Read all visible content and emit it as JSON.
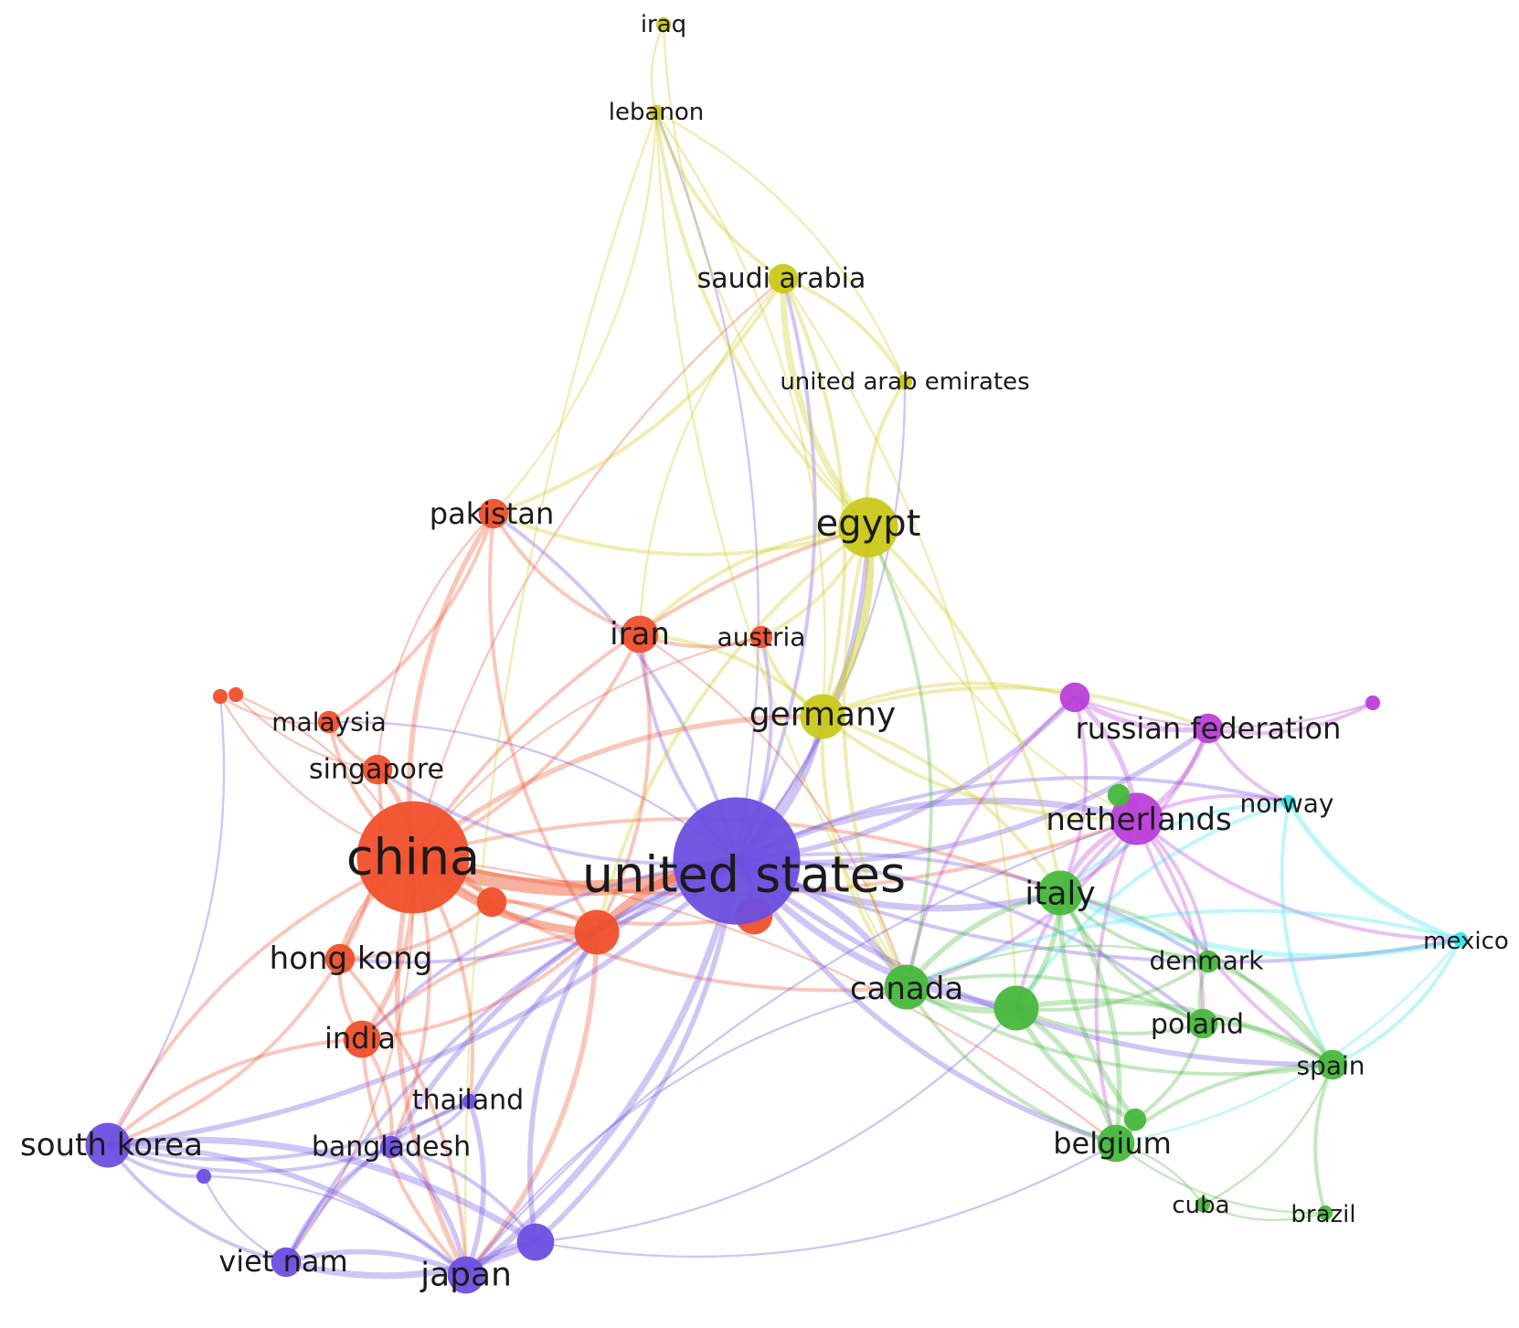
{
  "clusters": {
    "red": "#f0502b",
    "yellow": "#c9c91a",
    "purple": "#6c4fe0",
    "green": "#47b83c",
    "magenta": "#bb3fd8",
    "cyan": "#35e6ea"
  },
  "nodes": [
    {
      "id": "iraq",
      "label": "iraq",
      "cluster": "yellow",
      "weight": 1
    },
    {
      "id": "lebanon",
      "label": "lebanon",
      "cluster": "yellow",
      "weight": 1
    },
    {
      "id": "saudi_arabia",
      "label": "saudi arabia",
      "cluster": "yellow",
      "weight": 3
    },
    {
      "id": "uae",
      "label": "united arab emirates",
      "cluster": "yellow",
      "weight": 1
    },
    {
      "id": "egypt",
      "label": "egypt",
      "cluster": "yellow",
      "weight": 7
    },
    {
      "id": "germany",
      "label": "germany",
      "cluster": "yellow",
      "weight": 5
    },
    {
      "id": "pakistan",
      "label": "pakistan",
      "cluster": "red",
      "weight": 3
    },
    {
      "id": "iran",
      "label": "iran",
      "cluster": "red",
      "weight": 4
    },
    {
      "id": "austria",
      "label": "austria",
      "cluster": "red",
      "weight": 2
    },
    {
      "id": "malaysia",
      "label": "malaysia",
      "cluster": "red",
      "weight": 2
    },
    {
      "id": "singapore",
      "label": "singapore",
      "cluster": "red",
      "weight": 3
    },
    {
      "id": "china",
      "label": "china",
      "cluster": "red",
      "weight": 14
    },
    {
      "id": "hong_kong",
      "label": "hong kong",
      "cluster": "red",
      "weight": 3
    },
    {
      "id": "india",
      "label": "india",
      "cluster": "red",
      "weight": 4
    },
    {
      "id": "red_a",
      "label": "",
      "cluster": "red",
      "weight": 1
    },
    {
      "id": "red_b",
      "label": "",
      "cluster": "red",
      "weight": 1
    },
    {
      "id": "red_c",
      "label": "",
      "cluster": "red",
      "weight": 3
    },
    {
      "id": "red_d",
      "label": "",
      "cluster": "red",
      "weight": 5
    },
    {
      "id": "red_e",
      "label": "",
      "cluster": "red",
      "weight": 4
    },
    {
      "id": "united_states",
      "label": "united states",
      "cluster": "purple",
      "weight": 16
    },
    {
      "id": "south_korea",
      "label": "south korea",
      "cluster": "purple",
      "weight": 5
    },
    {
      "id": "thailand",
      "label": "thailand",
      "cluster": "purple",
      "weight": 1
    },
    {
      "id": "bangladesh",
      "label": "bangladesh",
      "cluster": "purple",
      "weight": 2
    },
    {
      "id": "viet_nam",
      "label": "viet nam",
      "cluster": "purple",
      "weight": 3
    },
    {
      "id": "japan",
      "label": "japan",
      "cluster": "purple",
      "weight": 4
    },
    {
      "id": "purple_a",
      "label": "",
      "cluster": "purple",
      "weight": 4
    },
    {
      "id": "purple_b",
      "label": "",
      "cluster": "purple",
      "weight": 1
    },
    {
      "id": "russian_federation",
      "label": "russian federation",
      "cluster": "magenta",
      "weight": 3
    },
    {
      "id": "netherlands",
      "label": "netherlands",
      "cluster": "magenta",
      "weight": 6
    },
    {
      "id": "magenta_a",
      "label": "",
      "cluster": "magenta",
      "weight": 3
    },
    {
      "id": "magenta_b",
      "label": "",
      "cluster": "magenta",
      "weight": 1
    },
    {
      "id": "norway",
      "label": "norway",
      "cluster": "cyan",
      "weight": 1
    },
    {
      "id": "mexico",
      "label": "mexico",
      "cluster": "cyan",
      "weight": 1
    },
    {
      "id": "italy",
      "label": "italy",
      "cluster": "green",
      "weight": 5
    },
    {
      "id": "canada",
      "label": "canada",
      "cluster": "green",
      "weight": 5
    },
    {
      "id": "denmark",
      "label": "denmark",
      "cluster": "green",
      "weight": 2
    },
    {
      "id": "poland",
      "label": "poland",
      "cluster": "green",
      "weight": 3
    },
    {
      "id": "spain",
      "label": "spain",
      "cluster": "green",
      "weight": 3
    },
    {
      "id": "belgium",
      "label": "belgium",
      "cluster": "green",
      "weight": 4
    },
    {
      "id": "cuba",
      "label": "cuba",
      "cluster": "green",
      "weight": 1
    },
    {
      "id": "brazil",
      "label": "brazil",
      "cluster": "green",
      "weight": 1
    },
    {
      "id": "green_a",
      "label": "",
      "cluster": "green",
      "weight": 5
    },
    {
      "id": "green_b",
      "label": "",
      "cluster": "green",
      "weight": 2
    },
    {
      "id": "green_c",
      "label": "",
      "cluster": "green",
      "weight": 2
    }
  ],
  "links": [
    [
      "china",
      "united_states",
      10
    ],
    [
      "china",
      "red_d",
      5
    ],
    [
      "china",
      "red_c",
      4
    ],
    [
      "china",
      "hong_kong",
      4
    ],
    [
      "china",
      "singapore",
      3
    ],
    [
      "china",
      "malaysia",
      2
    ],
    [
      "china",
      "pakistan",
      3
    ],
    [
      "china",
      "india",
      3
    ],
    [
      "china",
      "iran",
      2
    ],
    [
      "china",
      "germany",
      3
    ],
    [
      "china",
      "egypt",
      2
    ],
    [
      "china",
      "south_korea",
      2
    ],
    [
      "china",
      "japan",
      3
    ],
    [
      "china",
      "canada",
      2
    ],
    [
      "china",
      "italy",
      2
    ],
    [
      "china",
      "netherlands",
      2
    ],
    [
      "china",
      "red_a",
      1
    ],
    [
      "china",
      "red_b",
      1
    ],
    [
      "china",
      "thailand",
      2
    ],
    [
      "china",
      "bangladesh",
      2
    ],
    [
      "china",
      "saudi_arabia",
      1
    ],
    [
      "china",
      "austria",
      1
    ],
    [
      "china",
      "belgium",
      1
    ],
    [
      "china",
      "viet_nam",
      1
    ],
    [
      "red_d",
      "united_states",
      6
    ],
    [
      "red_d",
      "japan",
      3
    ],
    [
      "red_d",
      "india",
      2
    ],
    [
      "red_d",
      "red_c",
      2
    ],
    [
      "red_e",
      "united_states",
      5
    ],
    [
      "red_e",
      "china",
      2
    ],
    [
      "united_states",
      "egypt",
      3
    ],
    [
      "united_states",
      "germany",
      4
    ],
    [
      "united_states",
      "canada",
      4
    ],
    [
      "united_states",
      "italy",
      4
    ],
    [
      "united_states",
      "netherlands",
      4
    ],
    [
      "united_states",
      "russian_federation",
      3
    ],
    [
      "united_states",
      "japan",
      4
    ],
    [
      "united_states",
      "south_korea",
      3
    ],
    [
      "united_states",
      "iran",
      2
    ],
    [
      "united_states",
      "pakistan",
      2
    ],
    [
      "united_states",
      "saudi_arabia",
      2
    ],
    [
      "united_states",
      "green_a",
      4
    ],
    [
      "united_states",
      "belgium",
      3
    ],
    [
      "united_states",
      "spain",
      3
    ],
    [
      "united_states",
      "poland",
      2
    ],
    [
      "united_states",
      "denmark",
      2
    ],
    [
      "united_states",
      "bangladesh",
      3
    ],
    [
      "united_states",
      "thailand",
      3
    ],
    [
      "united_states",
      "viet_nam",
      2
    ],
    [
      "united_states",
      "purple_a",
      3
    ],
    [
      "united_states",
      "norway",
      2
    ],
    [
      "united_states",
      "mexico",
      2
    ],
    [
      "united_states",
      "magenta_a",
      3
    ],
    [
      "united_states",
      "lebanon",
      1
    ],
    [
      "united_states",
      "austria",
      2
    ],
    [
      "united_states",
      "hong_kong",
      2
    ],
    [
      "united_states",
      "india",
      2
    ],
    [
      "united_states",
      "singapore",
      2
    ],
    [
      "united_states",
      "malaysia",
      1
    ],
    [
      "united_states",
      "uae",
      1
    ],
    [
      "egypt",
      "saudi_arabia",
      4
    ],
    [
      "egypt",
      "germany",
      5
    ],
    [
      "egypt",
      "uae",
      2
    ],
    [
      "egypt",
      "lebanon",
      2
    ],
    [
      "egypt",
      "iraq",
      1
    ],
    [
      "egypt",
      "iran",
      2
    ],
    [
      "egypt",
      "pakistan",
      2
    ],
    [
      "egypt",
      "austria",
      2
    ],
    [
      "egypt",
      "italy",
      2
    ],
    [
      "egypt",
      "canada",
      2
    ],
    [
      "egypt",
      "red_d",
      2
    ],
    [
      "egypt",
      "netherlands",
      1
    ],
    [
      "saudi_arabia",
      "lebanon",
      2
    ],
    [
      "saudi_arabia",
      "uae",
      2
    ],
    [
      "saudi_arabia",
      "germany",
      2
    ],
    [
      "saudi_arabia",
      "pakistan",
      2
    ],
    [
      "saudi_arabia",
      "iran",
      1
    ],
    [
      "saudi_arabia",
      "green_a",
      1
    ],
    [
      "lebanon",
      "iraq",
      1
    ],
    [
      "lebanon",
      "uae",
      1
    ],
    [
      "lebanon",
      "pakistan",
      1
    ],
    [
      "lebanon",
      "germany",
      1
    ],
    [
      "lebanon",
      "canada",
      1
    ],
    [
      "lebanon",
      "japan",
      1
    ],
    [
      "germany",
      "netherlands",
      2
    ],
    [
      "germany",
      "italy",
      2
    ],
    [
      "germany",
      "russian_federation",
      2
    ],
    [
      "germany",
      "canada",
      2
    ],
    [
      "germany",
      "magenta_a",
      2
    ],
    [
      "germany",
      "austria",
      2
    ],
    [
      "germany",
      "iran",
      2
    ],
    [
      "pakistan",
      "malaysia",
      2
    ],
    [
      "pakistan",
      "iran",
      2
    ],
    [
      "pakistan",
      "red_d",
      2
    ],
    [
      "pakistan",
      "singapore",
      1
    ],
    [
      "iran",
      "austria",
      2
    ],
    [
      "iran",
      "red_d",
      2
    ],
    [
      "iran",
      "canada",
      1
    ],
    [
      "malaysia",
      "singapore",
      2
    ],
    [
      "malaysia",
      "red_a",
      1
    ],
    [
      "singapore",
      "red_b",
      1
    ],
    [
      "singapore",
      "hong_kong",
      2
    ],
    [
      "hong_kong",
      "india",
      2
    ],
    [
      "hong_kong",
      "south_korea",
      2
    ],
    [
      "hong_kong",
      "red_c",
      2
    ],
    [
      "hong_kong",
      "japan",
      2
    ],
    [
      "india",
      "bangladesh",
      2
    ],
    [
      "india",
      "japan",
      2
    ],
    [
      "india",
      "red_d",
      2
    ],
    [
      "india",
      "south_korea",
      2
    ],
    [
      "south_korea",
      "japan",
      3
    ],
    [
      "south_korea",
      "viet_nam",
      2
    ],
    [
      "south_korea",
      "purple_b",
      2
    ],
    [
      "south_korea",
      "bangladesh",
      2
    ],
    [
      "south_korea",
      "red_a",
      1
    ],
    [
      "south_korea",
      "thailand",
      2
    ],
    [
      "south_korea",
      "purple_a",
      4
    ],
    [
      "japan",
      "viet_nam",
      3
    ],
    [
      "japan",
      "purple_a",
      3
    ],
    [
      "japan",
      "bangladesh",
      3
    ],
    [
      "japan",
      "thailand",
      3
    ],
    [
      "japan",
      "purple_b",
      1
    ],
    [
      "japan",
      "canada",
      1
    ],
    [
      "japan",
      "netherlands",
      1
    ],
    [
      "viet_nam",
      "purple_a",
      4
    ],
    [
      "viet_nam",
      "bangladesh",
      2
    ],
    [
      "viet_nam",
      "purple_b",
      1
    ],
    [
      "viet_nam",
      "thailand",
      2
    ],
    [
      "thailand",
      "bangladesh",
      2
    ],
    [
      "purple_a",
      "red_d",
      3
    ],
    [
      "purple_a",
      "bangladesh",
      2
    ],
    [
      "purple_a",
      "belgium",
      1
    ],
    [
      "purple_a",
      "green_a",
      1
    ],
    [
      "netherlands",
      "russian_federation",
      3
    ],
    [
      "netherlands",
      "italy",
      3
    ],
    [
      "netherlands",
      "magenta_a",
      3
    ],
    [
      "netherlands",
      "norway",
      2
    ],
    [
      "netherlands",
      "mexico",
      2
    ],
    [
      "netherlands",
      "green_a",
      2
    ],
    [
      "netherlands",
      "denmark",
      2
    ],
    [
      "netherlands",
      "belgium",
      2
    ],
    [
      "netherlands",
      "canada",
      2
    ],
    [
      "netherlands",
      "green_c",
      2
    ],
    [
      "netherlands",
      "spain",
      2
    ],
    [
      "netherlands",
      "poland",
      2
    ],
    [
      "russian_federation",
      "magenta_a",
      3
    ],
    [
      "russian_federation",
      "magenta_b",
      2
    ],
    [
      "russian_federation",
      "norway",
      2
    ],
    [
      "russian_federation",
      "italy",
      2
    ],
    [
      "magenta_a",
      "italy",
      2
    ],
    [
      "magenta_a",
      "canada",
      2
    ],
    [
      "magenta_a",
      "magenta_b",
      1
    ],
    [
      "norway",
      "mexico",
      3
    ],
    [
      "norway",
      "italy",
      2
    ],
    [
      "norway",
      "green_a",
      2
    ],
    [
      "norway",
      "spain",
      2
    ],
    [
      "mexico",
      "italy",
      3
    ],
    [
      "mexico",
      "spain",
      2
    ],
    [
      "mexico",
      "canada",
      2
    ],
    [
      "mexico",
      "belgium",
      1
    ],
    [
      "italy",
      "green_a",
      3
    ],
    [
      "italy",
      "canada",
      3
    ],
    [
      "italy",
      "spain",
      2
    ],
    [
      "italy",
      "belgium",
      3
    ],
    [
      "italy",
      "poland",
      2
    ],
    [
      "italy",
      "denmark",
      2
    ],
    [
      "italy",
      "green_b",
      3
    ],
    [
      "canada",
      "green_a",
      4
    ],
    [
      "canada",
      "belgium",
      2
    ],
    [
      "canada",
      "spain",
      2
    ],
    [
      "canada",
      "poland",
      2
    ],
    [
      "canada",
      "denmark",
      1
    ],
    [
      "canada",
      "egypt",
      2
    ],
    [
      "green_a",
      "belgium",
      3
    ],
    [
      "green_a",
      "spain",
      3
    ],
    [
      "green_a",
      "poland",
      2
    ],
    [
      "green_a",
      "denmark",
      2
    ],
    [
      "green_a",
      "green_b",
      3
    ],
    [
      "belgium",
      "spain",
      2
    ],
    [
      "belgium",
      "cuba",
      1
    ],
    [
      "belgium",
      "brazil",
      1
    ],
    [
      "belgium",
      "green_b",
      3
    ],
    [
      "spain",
      "brazil",
      2
    ],
    [
      "spain",
      "poland",
      2
    ],
    [
      "spain",
      "denmark",
      2
    ],
    [
      "spain",
      "cuba",
      1
    ],
    [
      "poland",
      "denmark",
      2
    ],
    [
      "poland",
      "green_b",
      2
    ],
    [
      "cuba",
      "brazil",
      1
    ]
  ]
}
